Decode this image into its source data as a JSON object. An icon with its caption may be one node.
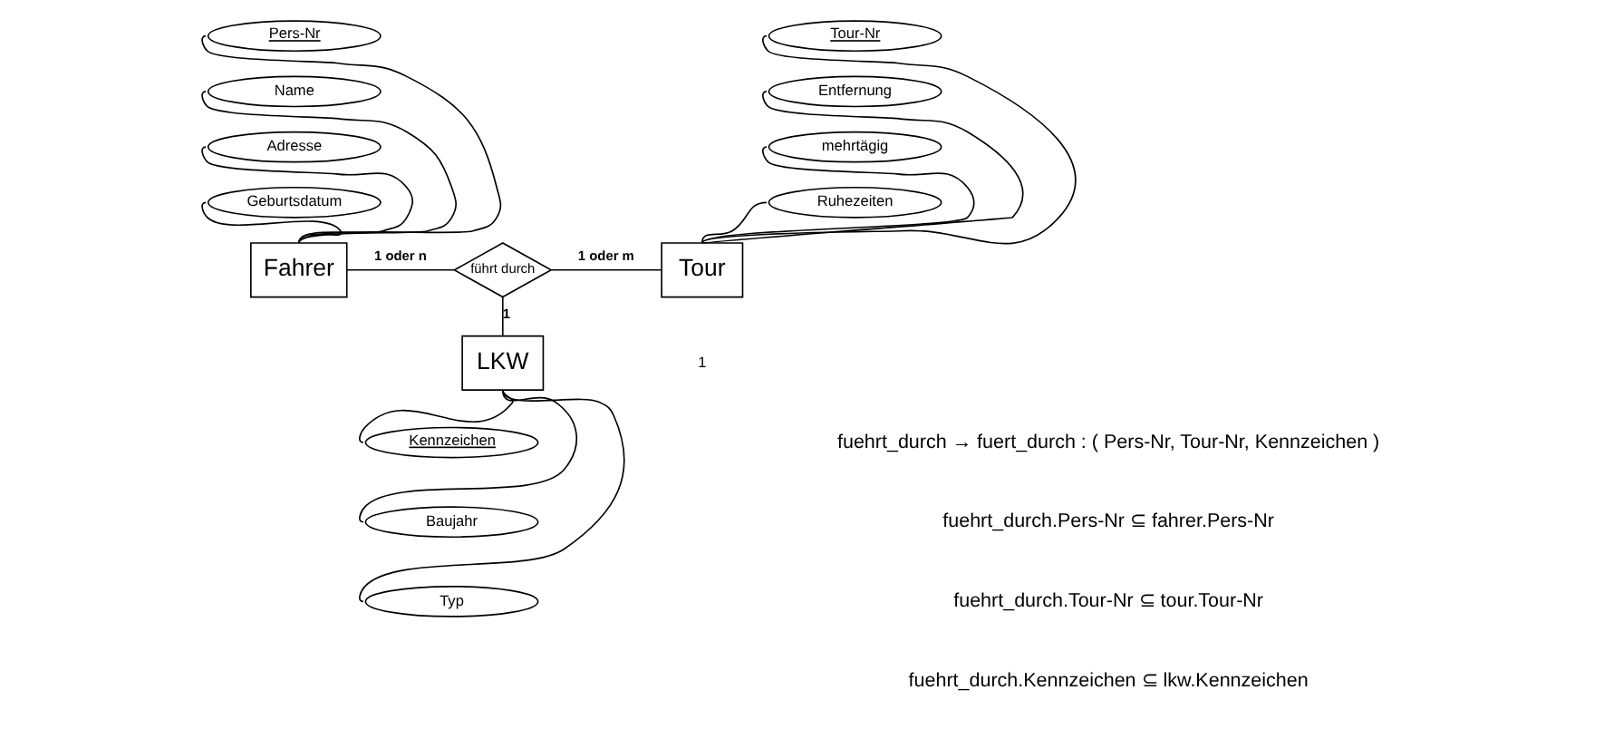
{
  "diagram": {
    "nodes": [
      {
        "text": [
          "Pers-Nr"
        ]
      },
      {
        "text": [
          "Name"
        ]
      },
      {
        "text": [
          "Adresse"
        ]
      },
      {
        "text": [
          "Geburtsdatum"
        ]
      },
      {
        "text": [
          "Tour-Nr"
        ]
      },
      {
        "text": [
          "Entfernung"
        ]
      },
      {
        "text": [
          "mehrtägig"
        ]
      },
      {
        "text": [
          "Ruhezeiten"
        ]
      },
      {
        "text": [
          "Fahrer"
        ]
      },
      {
        "text": [
          "führt durch"
        ]
      },
      {
        "text": [
          "Tour"
        ]
      },
      {
        "text": [
          "LKW"
        ]
      },
      {
        "text": [
          "Kennzeichen"
        ]
      },
      {
        "text": [
          "Baujahr"
        ]
      },
      {
        "text": [
          "Typ"
        ]
      }
    ],
    "edges": [
      {
        "from": 8,
        "to": 0,
        "arrow": "none"
      },
      {
        "from": 8,
        "to": 1,
        "arrow": "none"
      },
      {
        "from": 8,
        "to": 2,
        "arrow": "none"
      },
      {
        "from": 8,
        "to": 3,
        "arrow": "none"
      },
      {
        "from": 10,
        "to": 4,
        "arrow": "none"
      },
      {
        "from": 10,
        "to": 5,
        "arrow": "none"
      },
      {
        "from": 10,
        "to": 6,
        "arrow": "none"
      },
      {
        "from": 10,
        "to": 7,
        "arrow": "none"
      },
      {
        "from": 8,
        "to": 9,
        "arrow": "none",
        "label": "1 oder n"
      },
      {
        "from": 9,
        "to": 10,
        "arrow": "none",
        "label": "1 oder m"
      },
      {
        "from": 9,
        "to": 11,
        "arrow": "none",
        "label": "1"
      },
      {
        "from": 11,
        "to": 12,
        "arrow": "none"
      },
      {
        "from": 11,
        "to": 13,
        "arrow": "none"
      },
      {
        "from": 11,
        "to": 14,
        "arrow": "none"
      }
    ],
    "labels": [
      "1",
      "fuehrt_durch → fuert_durch : ( Pers-Nr, Tour-Nr, Kennzeichen )",
      "fuehrt_durch.Pers-Nr ⊆ fahrer.Pers-Nr",
      "fuehrt_durch.Tour-Nr ⊆ tour.Tour-Nr",
      "fuehrt_durch.Kennzeichen ⊆ lkw.Kennzeichen"
    ]
  }
}
